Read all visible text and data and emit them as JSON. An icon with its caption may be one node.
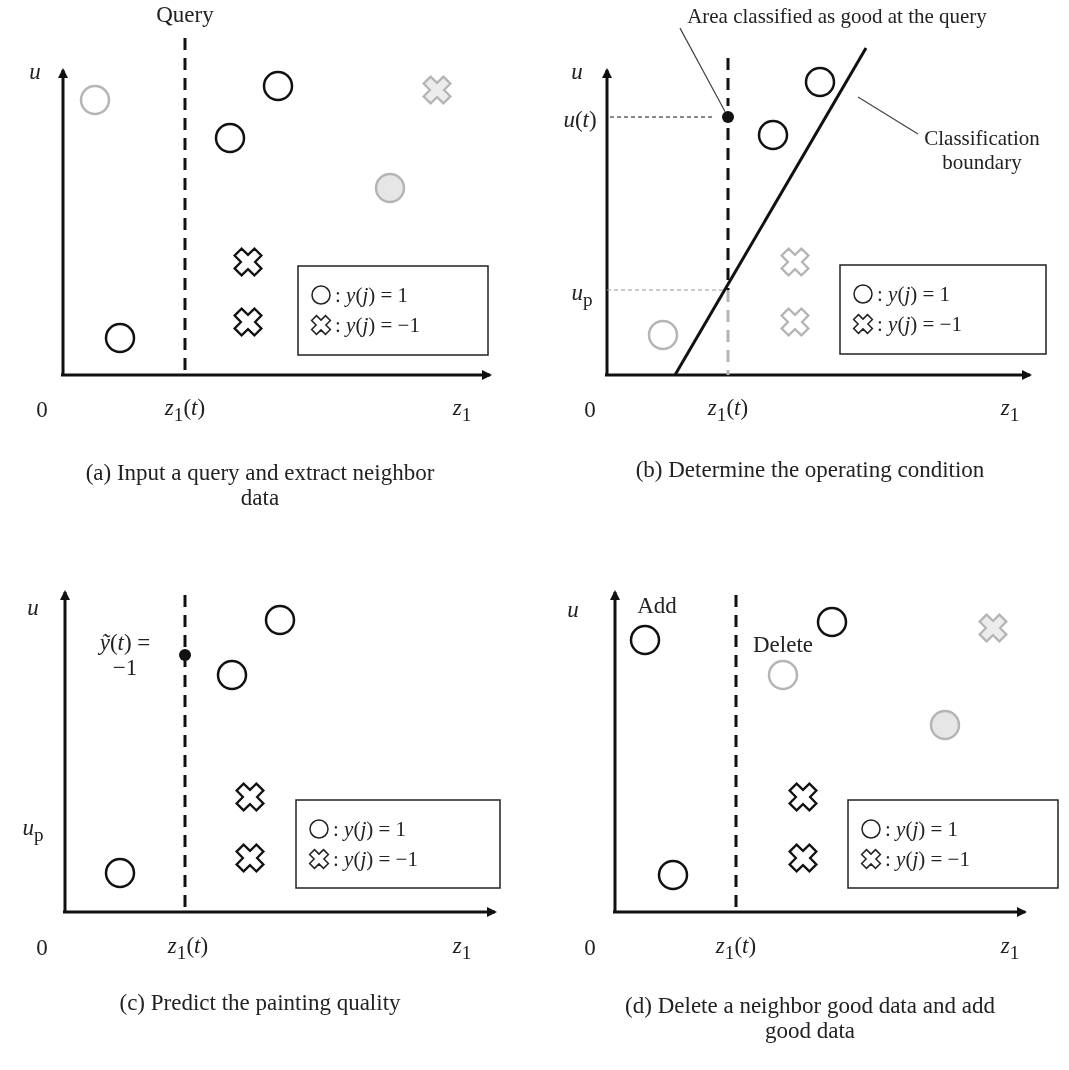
{
  "diagram": {
    "nodes": [
      {
        "text": [
          "Area classified as good at the query"
        ]
      },
      {
        "text": [],
        "shape": "circle"
      },
      {
        "text": [
          "Classification boundary"
        ]
      }
    ],
    "edges": [
      {
        "from": 0,
        "to": 1,
        "arrow": "none"
      },
      {
        "from": 2,
        "to": null,
        "arrow": "none"
      }
    ],
    "labels": [
      "Query",
      "*u*",
      "0",
      "*z*$_{1}$(*t*)",
      "*z*$_{1}$",
      "(a) Input a query and extract neighbor data",
      "*u*",
      "*u*(*t*)",
      "*u*$_{p}$",
      "0",
      "*z*$_{1}$(*t*)",
      "*z*$_{1}$",
      "(b) Determine the operating condition",
      "*u*",
      "*ỹ*(*t*) = −1",
      "*u*$_{p}$",
      "0",
      "*z*$_{1}$(*t*)",
      "*z*$_{1}$",
      "(c) Predict the painting quality",
      "*u*",
      "Add",
      "Delete",
      "0",
      "*z*$_{1}$(*t*)",
      "*z*$_{1}$",
      "(d) Delete a neighbor good data and add good data"
    ],
    "legend": [
      {
        "text": ": *y*(*j*) = 1"
      },
      {
        "text": ": *y*(*j*) = −1"
      },
      {
        "text": ": *y*(*j*) = 1"
      },
      {
        "text": ": *y*(*j*) = −1"
      },
      {
        "text": ": *y*(*j*) = 1"
      },
      {
        "text": ": *y*(*j*) = −1"
      },
      {
        "text": ": *y*(*j*) = 1"
      },
      {
        "text": ": *y*(*j*) = −1"
      }
    ]
  }
}
